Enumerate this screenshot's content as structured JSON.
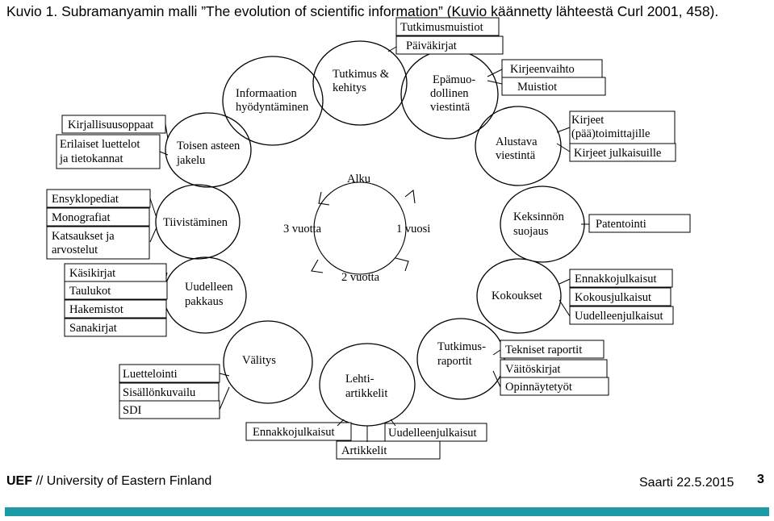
{
  "caption": "Kuvio 1. Subramanyamin malli ”The evolution of scientific information” (Kuvio käännetty lähteestä Curl 2001, 458).",
  "cycle": {
    "informaation": [
      "Informaation",
      "hyödyntäminen"
    ],
    "tutkimus": [
      "Tutkimus &",
      "kehitys"
    ],
    "epamuodollinen": [
      "Epämuo-",
      "dollinen",
      "viestintä"
    ],
    "alustava": [
      "Alustava",
      "viestintä"
    ],
    "keksinnon": [
      "Keksinnön",
      "suojaus"
    ],
    "kokoukset": [
      "Kokoukset"
    ],
    "tutkimusraportit": [
      "Tutkimus-",
      "raportit"
    ],
    "lehtiartikkelit": [
      "Lehti-",
      "artikkelit"
    ],
    "valitys": [
      "Välitys"
    ],
    "uudelleen_pakkaus": [
      "Uudelleen",
      "pakkaus"
    ],
    "tiivistaminen": [
      "Tiivistäminen"
    ],
    "toisen_asteen": [
      "Toisen asteen",
      "jakelu"
    ]
  },
  "center": {
    "alku": "Alku",
    "three_years": "3 vuotta",
    "one_year": "1 vuosi",
    "two_years": "2 vuotta"
  },
  "boxes": {
    "tutkimusmuistiot": "Tutkimusmuistiot",
    "paivakirjat": "Päiväkirjat",
    "kirjeenvaihto": "Kirjeenvaihto",
    "muistiot": "Muistiot",
    "kirjeet_toimittajille": [
      "Kirjeet",
      "(pää)toimittajille"
    ],
    "kirjeet_julkaisuille": "Kirjeet julkaisuille",
    "patentointi": "Patentointi",
    "ennakkojulkaisut_right": "Ennakkojulkaisut",
    "kokousjulkaisut": "Kokousjulkaisut",
    "uudelleenjulkaisut_right": "Uudelleenjulkaisut",
    "tekniset_raportit": "Tekniset raportit",
    "vaitoskirjat": "Väitöskirjat",
    "opinnaytetyot": "Opinnäytetyöt",
    "ennakkojulkaisut_bottom": "Ennakkojulkaisut",
    "artikkelit": "Artikkelit",
    "uudelleenjulkaisut_bottom": "Uudelleenjulkaisut",
    "luettelointi": "Luettelointi",
    "sisallonkuvailu": "Sisällönkuvailu",
    "sdi": "SDI",
    "kasikirjat": "Käsikirjat",
    "taulukot": "Taulukot",
    "hakemistot": "Hakemistot",
    "sanakirjat": "Sanakirjat",
    "ensyklopediat": "Ensyklopediat",
    "monografiat": "Monografiat",
    "katsaukset": [
      "Katsaukset ja",
      "arvostelut"
    ],
    "kirjallisuusoppaat": "Kirjallisuusoppaat",
    "erilaiset_luettelot": [
      "Erilaiset luettelot",
      "ja tietokannat"
    ]
  },
  "footer": {
    "uef": "UEF",
    "university": " // University of Eastern Finland",
    "date": "Saarti 22.5.2015",
    "page": "3"
  },
  "colors": {
    "footer_bar": "#1e9aa7"
  }
}
